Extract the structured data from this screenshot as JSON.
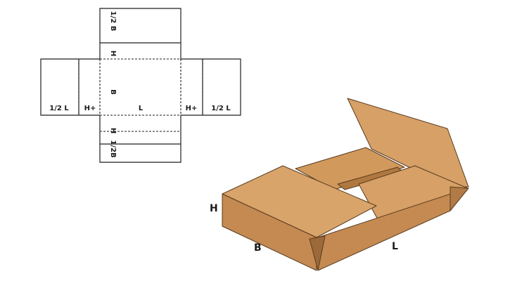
{
  "net": {
    "top_flap": "1/2 B",
    "top_height": "H",
    "center_width": "B",
    "center_length": "L",
    "left_end": "1/2 L",
    "left_height": "H+",
    "right_height": "H+",
    "right_end": "1/2 L",
    "bottom_height": "H",
    "bottom_flap": "1/2B"
  },
  "box": {
    "height_label": "H",
    "width_label": "B",
    "length_label": "L"
  },
  "colors": {
    "cardboard_top": "#d6a066",
    "cardboard_side": "#c48a52",
    "cardboard_dark": "#9c6a3a",
    "line": "#1f1f1f"
  }
}
